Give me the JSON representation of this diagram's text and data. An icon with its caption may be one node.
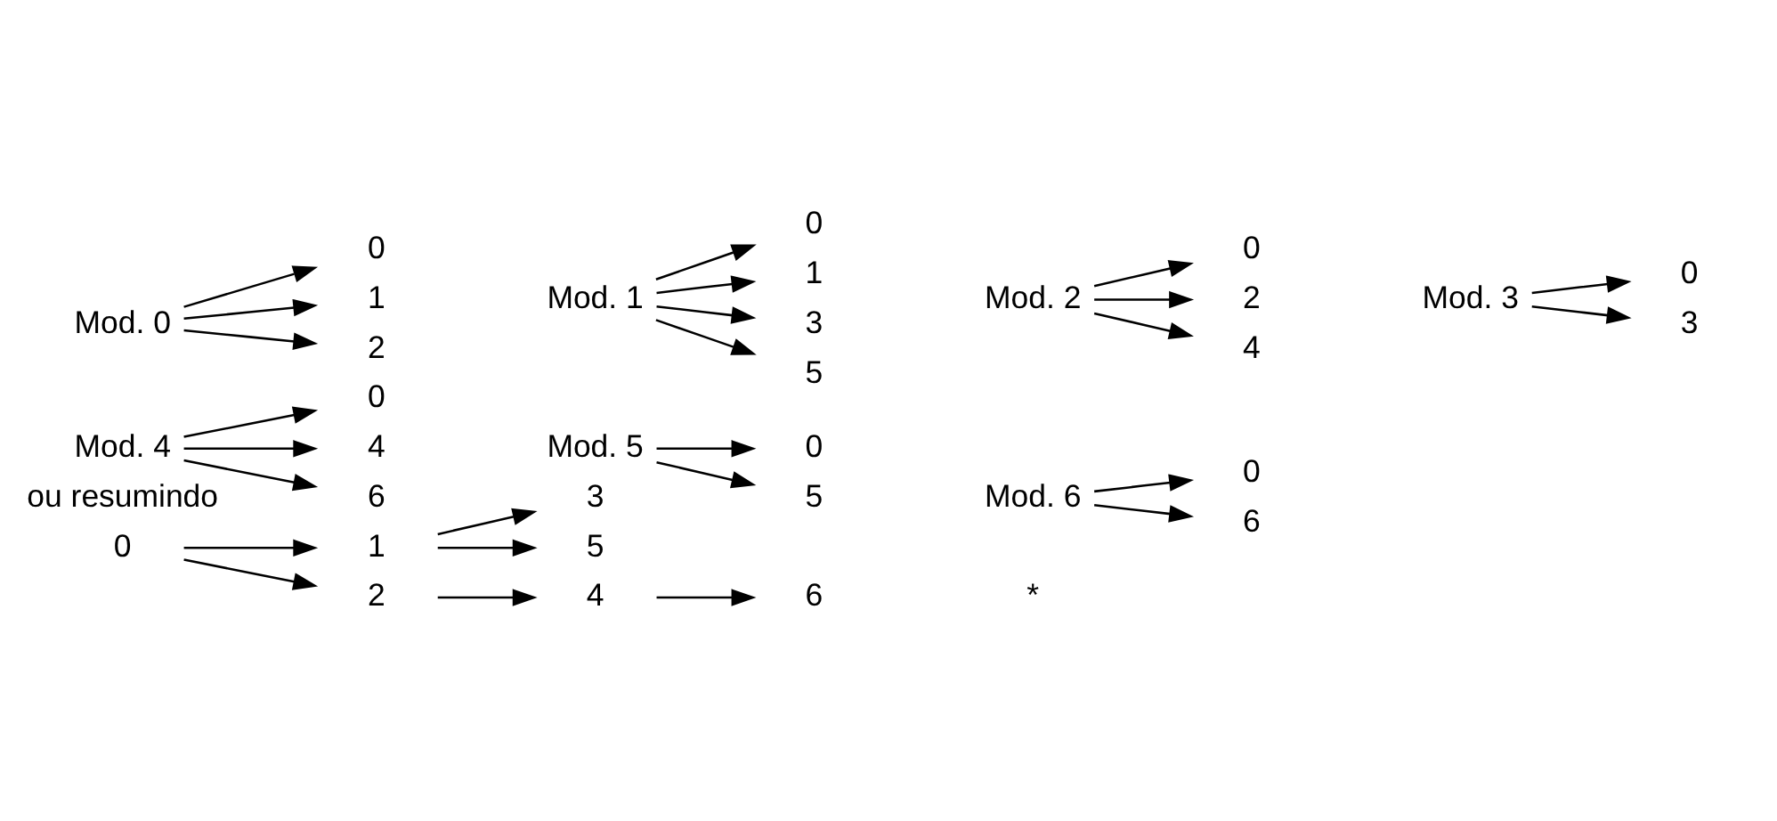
{
  "diagram": {
    "nodes": [
      {
        "text": [
          "Mod. 0"
        ]
      },
      {
        "text": [
          "0"
        ]
      },
      {
        "text": [
          "1"
        ]
      },
      {
        "text": [
          "2"
        ]
      },
      {
        "text": [
          "Mod. 1"
        ]
      },
      {
        "text": [
          "0"
        ]
      },
      {
        "text": [
          "1"
        ]
      },
      {
        "text": [
          "3"
        ]
      },
      {
        "text": [
          "5"
        ]
      },
      {
        "text": [
          "Mod. 2"
        ]
      },
      {
        "text": [
          "0"
        ]
      },
      {
        "text": [
          "2"
        ]
      },
      {
        "text": [
          "4"
        ]
      },
      {
        "text": [
          "Mod. 3"
        ]
      },
      {
        "text": [
          "0"
        ]
      },
      {
        "text": [
          "3"
        ]
      },
      {
        "text": [
          "Mod. 4"
        ]
      },
      {
        "text": [
          "0"
        ]
      },
      {
        "text": [
          "4"
        ]
      },
      {
        "text": [
          "6"
        ]
      },
      {
        "text": [
          "Mod. 5"
        ]
      },
      {
        "text": [
          "0"
        ]
      },
      {
        "text": [
          "5"
        ]
      },
      {
        "text": [
          "Mod. 6"
        ]
      },
      {
        "text": [
          "0"
        ]
      },
      {
        "text": [
          "6"
        ]
      },
      {
        "text": [
          "0"
        ]
      },
      {
        "text": [
          "1"
        ]
      },
      {
        "text": [
          "2"
        ]
      },
      {
        "text": [
          "3"
        ]
      },
      {
        "text": [
          "5"
        ]
      },
      {
        "text": [
          "4"
        ]
      },
      {
        "text": [
          "6"
        ]
      }
    ],
    "edges": [
      {
        "from": 0,
        "to": 1,
        "arrow": "to"
      },
      {
        "from": 0,
        "to": 2,
        "arrow": "to"
      },
      {
        "from": 0,
        "to": 3,
        "arrow": "to"
      },
      {
        "from": 4,
        "to": 5,
        "arrow": "to"
      },
      {
        "from": 4,
        "to": 6,
        "arrow": "to"
      },
      {
        "from": 4,
        "to": 7,
        "arrow": "to"
      },
      {
        "from": 4,
        "to": 8,
        "arrow": "to"
      },
      {
        "from": 9,
        "to": 10,
        "arrow": "to"
      },
      {
        "from": 9,
        "to": 11,
        "arrow": "to"
      },
      {
        "from": 9,
        "to": 12,
        "arrow": "to"
      },
      {
        "from": 13,
        "to": 14,
        "arrow": "to"
      },
      {
        "from": 13,
        "to": 15,
        "arrow": "to"
      },
      {
        "from": 16,
        "to": 17,
        "arrow": "to"
      },
      {
        "from": 16,
        "to": 18,
        "arrow": "to"
      },
      {
        "from": 16,
        "to": 19,
        "arrow": "to"
      },
      {
        "from": 20,
        "to": 21,
        "arrow": "to"
      },
      {
        "from": 20,
        "to": 22,
        "arrow": "to"
      },
      {
        "from": 23,
        "to": 24,
        "arrow": "to"
      },
      {
        "from": 23,
        "to": 25,
        "arrow": "to"
      },
      {
        "from": 26,
        "to": 27,
        "arrow": "to"
      },
      {
        "from": 26,
        "to": 28,
        "arrow": "to"
      },
      {
        "from": 27,
        "to": 29,
        "arrow": "to"
      },
      {
        "from": 27,
        "to": 30,
        "arrow": "to"
      },
      {
        "from": 28,
        "to": 31,
        "arrow": "to"
      },
      {
        "from": 31,
        "to": 32,
        "arrow": "to"
      }
    ],
    "labels": [
      "ou resumindo",
      "*"
    ]
  }
}
